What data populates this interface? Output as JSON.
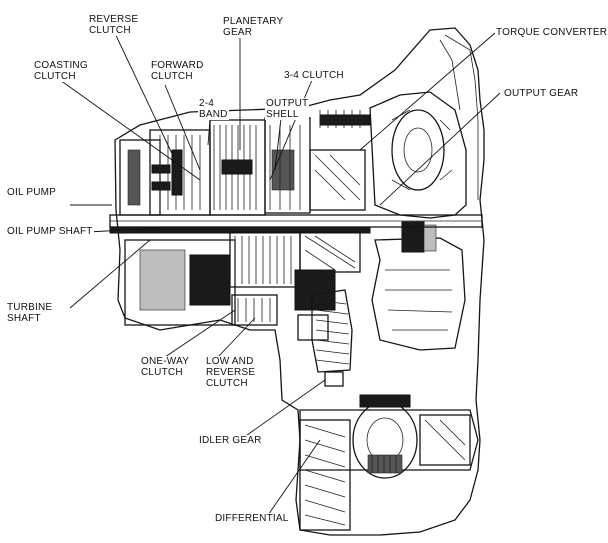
{
  "labels": {
    "reverse_clutch": [
      "REVERSE",
      "CLUTCH"
    ],
    "planetary_gear": [
      "PLANETARY",
      "GEAR"
    ],
    "torque_converter": "TORQUE CONVERTER",
    "coasting_clutch": [
      "COASTING",
      "CLUTCH"
    ],
    "forward_clutch": [
      "FORWARD",
      "CLUTCH"
    ],
    "clutch_3_4": "3-4 CLUTCH",
    "output_gear": "OUTPUT GEAR",
    "band_2_4": [
      "2-4",
      "BAND"
    ],
    "output_shell": [
      "OUTPUT",
      "SHELL"
    ],
    "oil_pump": "OIL PUMP",
    "oil_pump_shaft": "OIL PUMP SHAFT",
    "turbine_shaft": [
      "TURBINE",
      "SHAFT"
    ],
    "one_way_clutch": [
      "ONE-WAY",
      "CLUTCH"
    ],
    "low_and_reverse_clutch": [
      "LOW AND",
      "REVERSE",
      "CLUTCH"
    ],
    "idler_gear": "IDLER GEAR",
    "differential": "DIFFERENTIAL"
  }
}
